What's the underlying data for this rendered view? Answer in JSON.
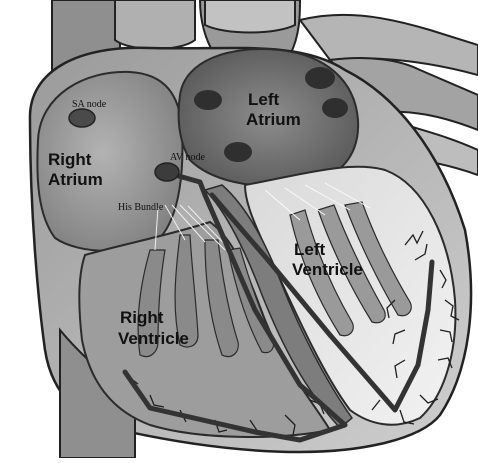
{
  "labels": {
    "sa_node": "SA node",
    "av_node": "AV node",
    "his_bundle": "His Bundle",
    "right_atrium": [
      "Right",
      "Atrium"
    ],
    "left_atrium": [
      "Left",
      "Atrium"
    ],
    "left_ventricle": [
      "Left",
      "Ventricle"
    ],
    "right_ventricle": [
      "Right",
      "Ventricle"
    ]
  },
  "colors": {
    "tissue_dark": "#4a4a4a",
    "tissue_mid": "#8c8c8c",
    "tissue_light": "#c9c9c9",
    "chamber_fill": "#a6a6a6",
    "conduction_path": "#3a3a3a",
    "outline": "#222222"
  }
}
